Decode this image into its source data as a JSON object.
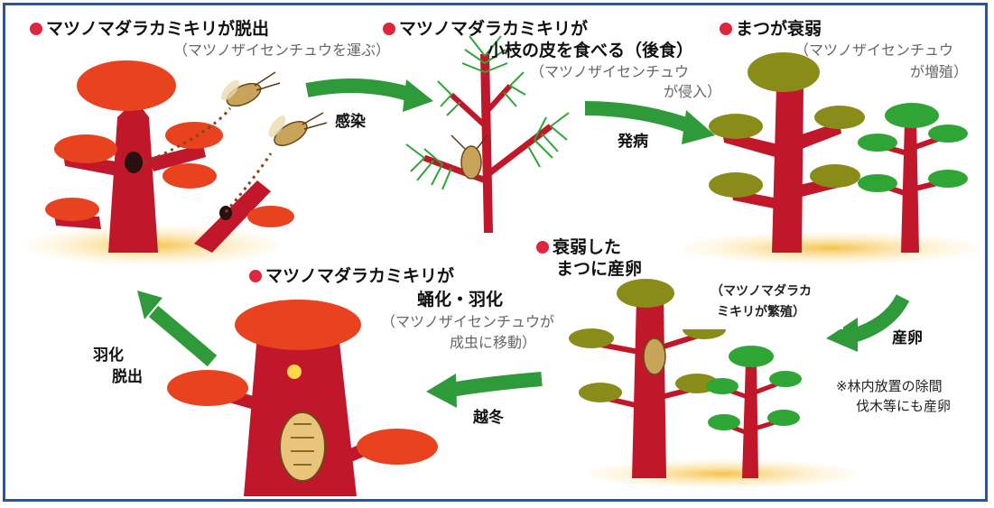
{
  "stages": {
    "escape": {
      "title": "マツノマダラカミキリが脱出",
      "sub": "（マツノザイセンチュウを運ぶ）"
    },
    "feeding": {
      "title1": "マツノマダラカミキリが",
      "title2": "小枝の皮を食べる（後食）",
      "sub1": "（マツノザイセンチュウ",
      "sub2": "が侵入）"
    },
    "weakening": {
      "title": "まつが衰弱",
      "sub1": "（マツノザイセンチュウ",
      "sub2": "が増殖）"
    },
    "egglaying": {
      "title1": "衰弱した",
      "title2": "まつに産卵"
    },
    "pupation": {
      "title1": "マツノマダラカミキリが",
      "title2": "蛹化・羽化",
      "sub1": "（マツノザイセンチュウが",
      "sub2": "成虫に移動）"
    }
  },
  "arrows": {
    "infection": "感染",
    "onset": "発病",
    "laying": "産卵",
    "overwinter": "越冬",
    "emerge1": "羽化",
    "emerge2": "脱出"
  },
  "callout": {
    "line1": "（マツノマダラカ",
    "line2": "ミキリが繁殖）"
  },
  "note": {
    "line1": "※林内放置の除間",
    "line2": "伐木等にも産卵"
  },
  "colors": {
    "border": "#2156a6",
    "arrow": "#2e9a3a",
    "trunk": "#c0172a",
    "foliage_red": "#e8421e",
    "foliage_dying": "#8a8c1a",
    "foliage_green": "#2fa536",
    "ground": "#f2b33a",
    "bullet": "#e0263e"
  }
}
